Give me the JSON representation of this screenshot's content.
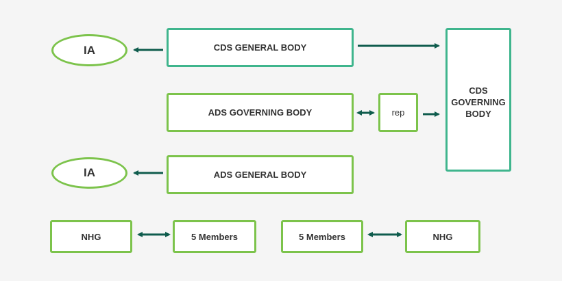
{
  "colors": {
    "teal_border": "#3fb58d",
    "green_border": "#7cc34b",
    "arrow": "#0f5c4d",
    "background": "#f5f5f5"
  },
  "nodes": {
    "ia_top": "IA",
    "cds_general_body": "CDS GENERAL BODY",
    "cds_governing_body": [
      "CDS",
      "GOVERNING",
      "BODY"
    ],
    "ads_governing_body": "ADS GOVERNING BODY",
    "rep": "rep",
    "ia_bottom": "IA",
    "ads_general_body": "ADS GENERAL BODY",
    "nhg_left": "NHG",
    "members_left": "5 Members",
    "members_right": "5 Members",
    "nhg_right": "NHG"
  }
}
